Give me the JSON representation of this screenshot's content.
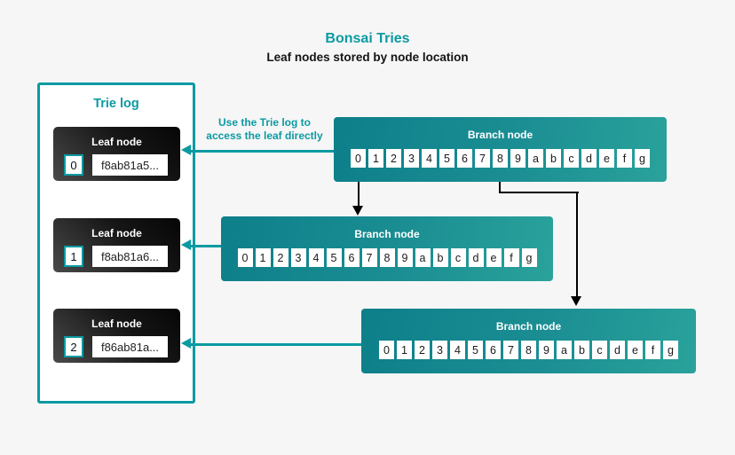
{
  "header": {
    "title": "Bonsai Tries",
    "subtitle": "Leaf nodes stored by node location"
  },
  "trie_log": {
    "title": "Trie log",
    "leaf_nodes": [
      {
        "title": "Leaf node",
        "index": "0",
        "hash": "f8ab81a5..."
      },
      {
        "title": "Leaf node",
        "index": "1",
        "hash": "f8ab81a6..."
      },
      {
        "title": "Leaf node",
        "index": "2",
        "hash": "f86ab81a..."
      }
    ]
  },
  "branch_nodes": [
    {
      "title": "Branch node",
      "cells": [
        "0",
        "1",
        "2",
        "3",
        "4",
        "5",
        "6",
        "7",
        "8",
        "9",
        "a",
        "b",
        "c",
        "d",
        "e",
        "f",
        "g"
      ]
    },
    {
      "title": "Branch node",
      "cells": [
        "0",
        "1",
        "2",
        "3",
        "4",
        "5",
        "6",
        "7",
        "8",
        "9",
        "a",
        "b",
        "c",
        "d",
        "e",
        "f",
        "g"
      ]
    },
    {
      "title": "Branch node",
      "cells": [
        "0",
        "1",
        "2",
        "3",
        "4",
        "5",
        "6",
        "7",
        "8",
        "9",
        "a",
        "b",
        "c",
        "d",
        "e",
        "f",
        "g"
      ]
    }
  ],
  "annotation": {
    "line1": "Use the Trie log to",
    "line2": "access the leaf directly"
  },
  "colors": {
    "accent_teal": "#0b9aa2",
    "branch_gradient_start": "#0d7f8a",
    "branch_gradient_end": "#2aa29b",
    "leaf_dark_start": "#4a4a4a",
    "leaf_dark_end": "#060606",
    "arrow_black": "#000000",
    "background": "#f6f6f6",
    "cell_background": "#ffffff"
  }
}
